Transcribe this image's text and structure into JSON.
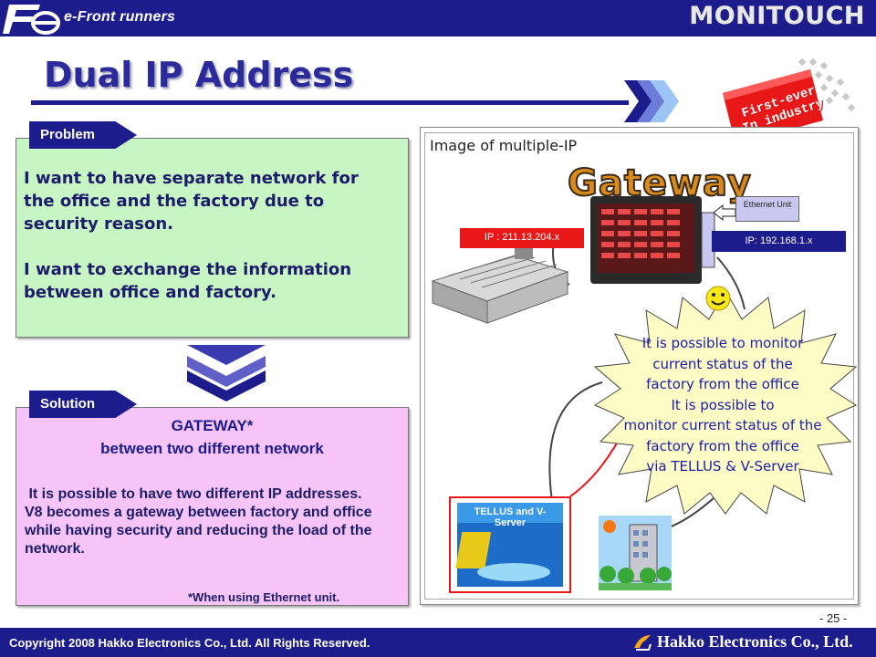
{
  "header": {
    "tagline": "e-Front runners",
    "brand": "MONITOUCH"
  },
  "title": "Dual IP Address",
  "badge": {
    "line1": "First-ever",
    "line2": "In industry"
  },
  "problem": {
    "tab": "Problem",
    "para1": "I want to have separate network for the office and the factory due to security reason.",
    "para2": "I want to exchange the information between office and factory."
  },
  "solution": {
    "tab": "Solution",
    "title1": "GATEWAY*",
    "title2": "between two different network",
    "line1": " It is possible to have two different IP addresses.",
    "line2": "V8 becomes a gateway between factory and office while having security and reducing the load of the network.",
    "note": "*When using Ethernet unit."
  },
  "diagram": {
    "label": "Image of multiple-IP",
    "gateway_word": "Gateway",
    "ip_left": "IP : 211.13.204.x",
    "ip_right": "IP:  192.168.1.x",
    "ethernet_unit": "Ethernet Unit",
    "burst": {
      "line1": "It is possible to monitor",
      "line2": "current status of the",
      "line3": "factory from the office",
      "line4": "It is possible to",
      "line5": "monitor current status of the",
      "line6": "factory from the office",
      "line7": "via TELLUS & V-Server"
    },
    "product_box": "TELLUS and V-Server"
  },
  "page_number": "- 25 -",
  "footer": {
    "copyright": "Copyright 2008 Hakko Electronics Co., Ltd. All Rights Reserved.",
    "company": "Hakko Electronics Co., Ltd."
  },
  "colors": {
    "navy": "#1c1c8c",
    "problem_bg": "#c8f5c4",
    "solution_bg": "#f6c4f6",
    "ip_red": "#e81818",
    "burst_yellow": "#fcfcc4",
    "gateway_orange": "#d88a1c"
  }
}
